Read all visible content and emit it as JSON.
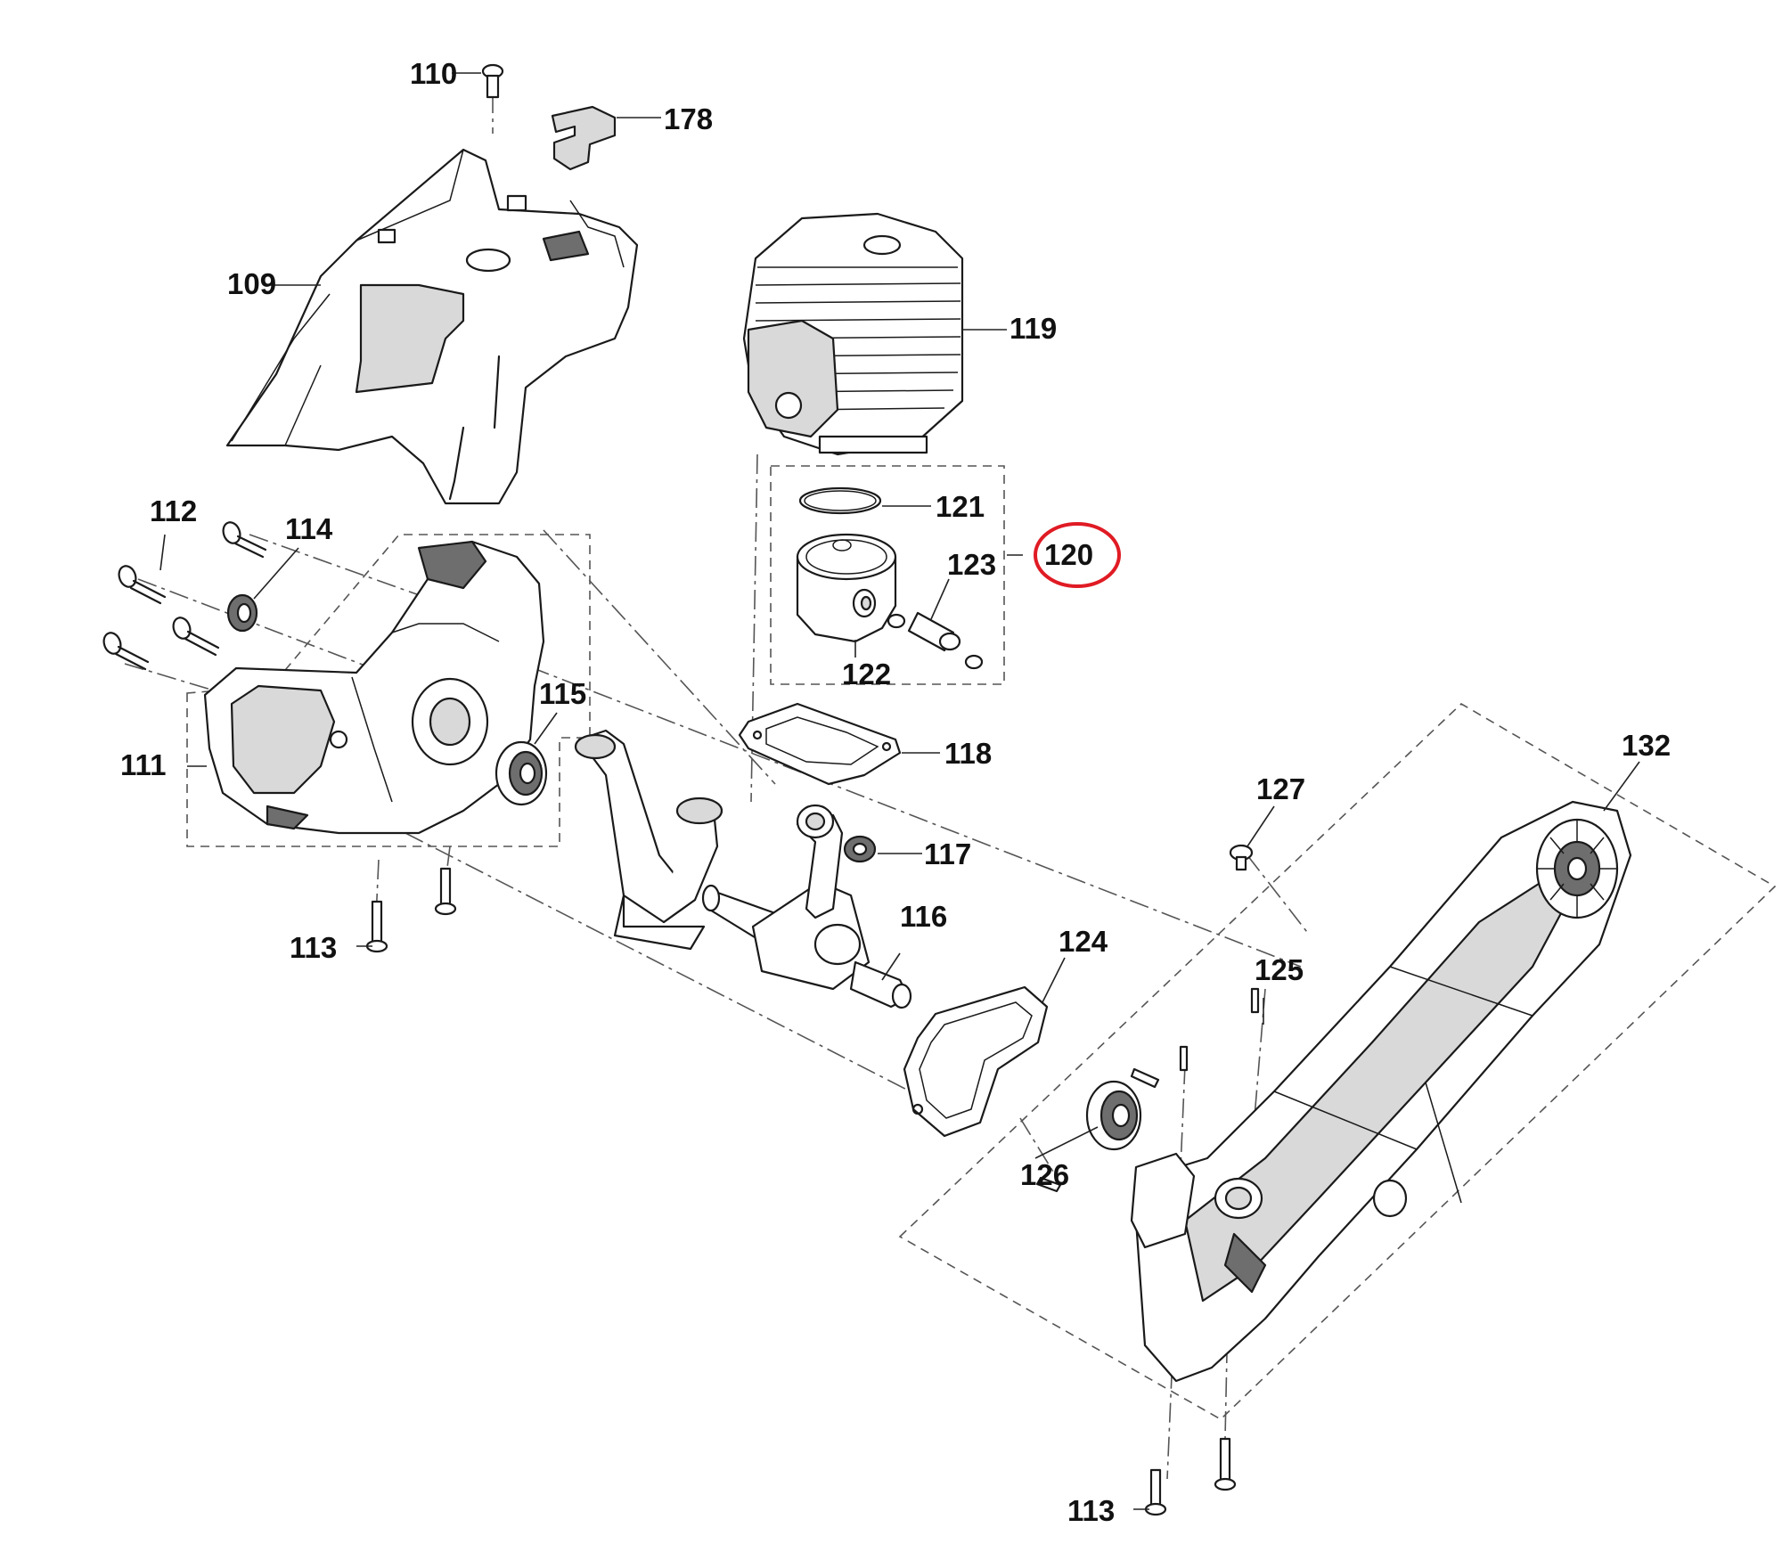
{
  "colors": {
    "ink": "#1a1a1a",
    "highlight": "#e01b24"
  },
  "highlight": {
    "target": "120"
  },
  "callouts": {
    "p109": "109",
    "p110": "110",
    "p111": "111",
    "p112": "112",
    "p113a": "113",
    "p113b": "113",
    "p114": "114",
    "p115": "115",
    "p116": "116",
    "p117": "117",
    "p118": "118",
    "p119": "119",
    "p120": "120",
    "p121": "121",
    "p122": "122",
    "p123": "123",
    "p124": "124",
    "p125": "125",
    "p126": "126",
    "p127": "127",
    "p132": "132",
    "p178": "178"
  }
}
